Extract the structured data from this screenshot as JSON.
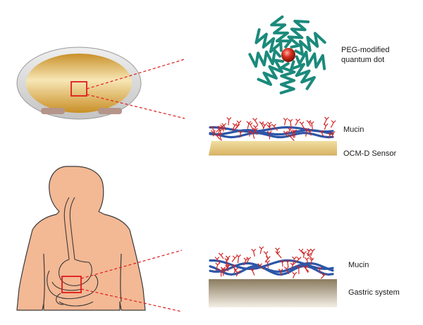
{
  "labels": {
    "peg_dot_line1": "PEG-modified",
    "peg_dot_line2": "quantum dot",
    "mucin_top": "Mucin",
    "sensor": "OCM-D Sensor",
    "mucin_bottom": "Mucin",
    "gastric": "Gastric system"
  },
  "colors": {
    "gold": "#d9a93c",
    "silver": "#dcdcdc",
    "skin": "#f3b894",
    "peg": "#1b8a7c",
    "quantum_dot": "#c0291b",
    "mucin_backbone": "#2c56a8",
    "mucin_glycan": "#d12424",
    "sensor_surface": "#e6c97e",
    "tissue": "#8a7a5e",
    "highlight": "#e01b1b"
  }
}
